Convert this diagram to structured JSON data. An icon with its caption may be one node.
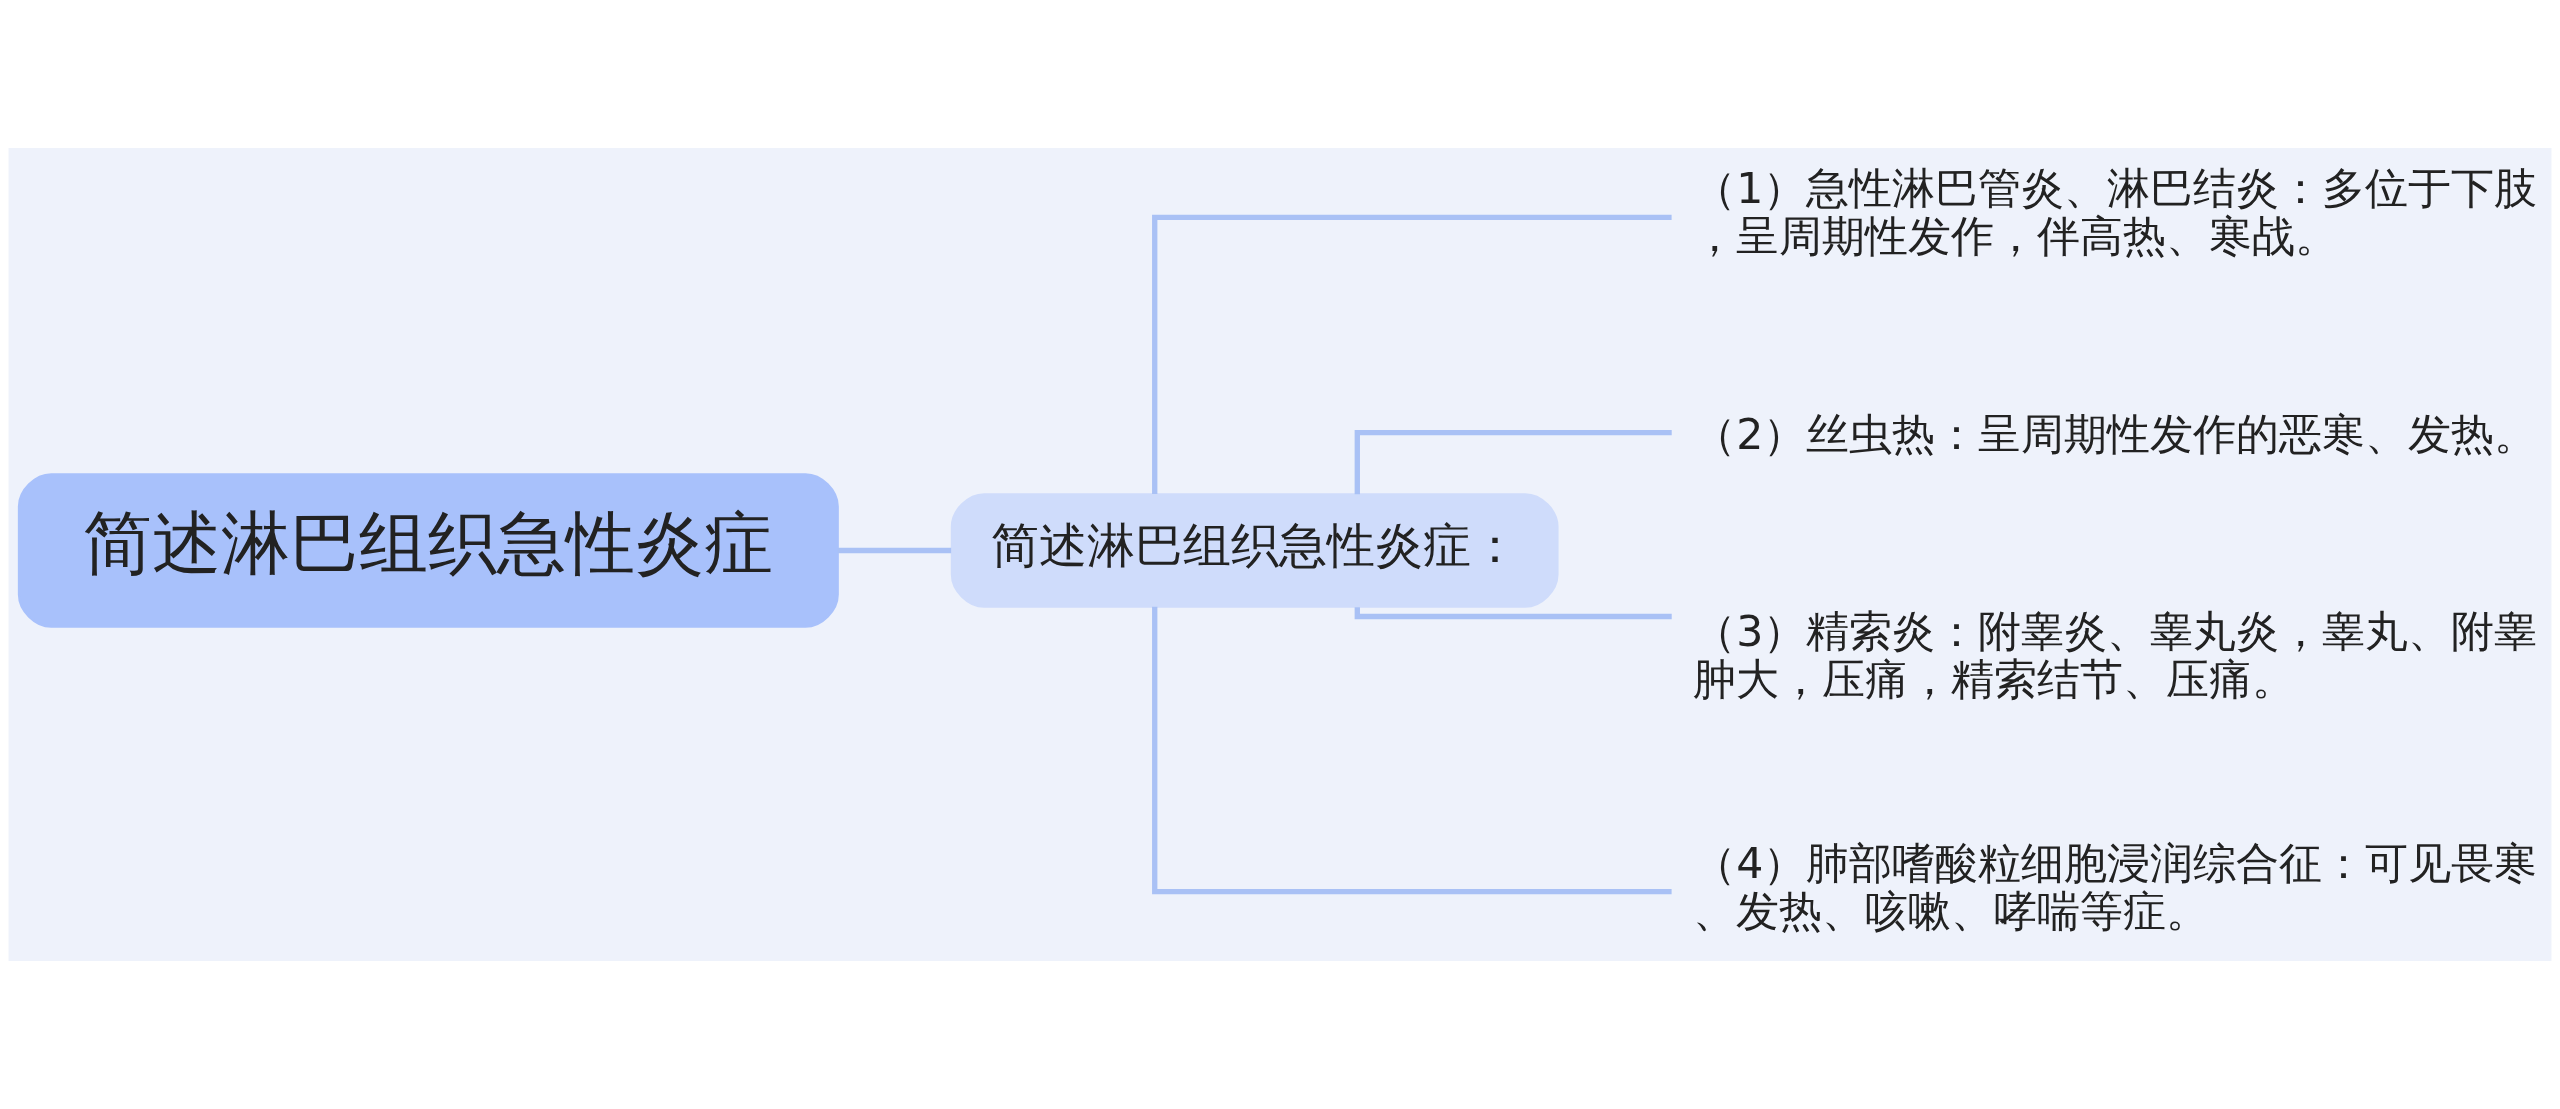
{
  "diagram": {
    "nodes": [
      {
        "text": [
          "简述淋巴组织急性炎症"
        ]
      },
      {
        "text": [
          "简述淋巴组织急性炎症："
        ]
      },
      {
        "text": [
          "（1）急性淋巴管炎、淋巴结炎：多位于下肢，呈周期性发作，伴高热、寒战。"
        ]
      },
      {
        "text": [
          "（2）丝虫热：呈周期性发作的恶寒、发热。"
        ]
      },
      {
        "text": [
          "（3）精索炎：附睾炎、睾丸炎，睾丸、附睾肿大，压痛，精索结节、压痛。"
        ]
      },
      {
        "text": [
          "（4）肺部嗜酸粒细胞浸润综合征：可见畏寒、发热、咳嗽、哮喘等症。"
        ]
      }
    ],
    "edges": [
      {
        "from": 0,
        "to": 1,
        "arrow": "none"
      },
      {
        "from": 1,
        "to": 2,
        "arrow": "none"
      },
      {
        "from": 1,
        "to": 3,
        "arrow": "none"
      },
      {
        "from": 1,
        "to": 4,
        "arrow": "none"
      },
      {
        "from": 1,
        "to": 5,
        "arrow": "none"
      }
    ]
  }
}
